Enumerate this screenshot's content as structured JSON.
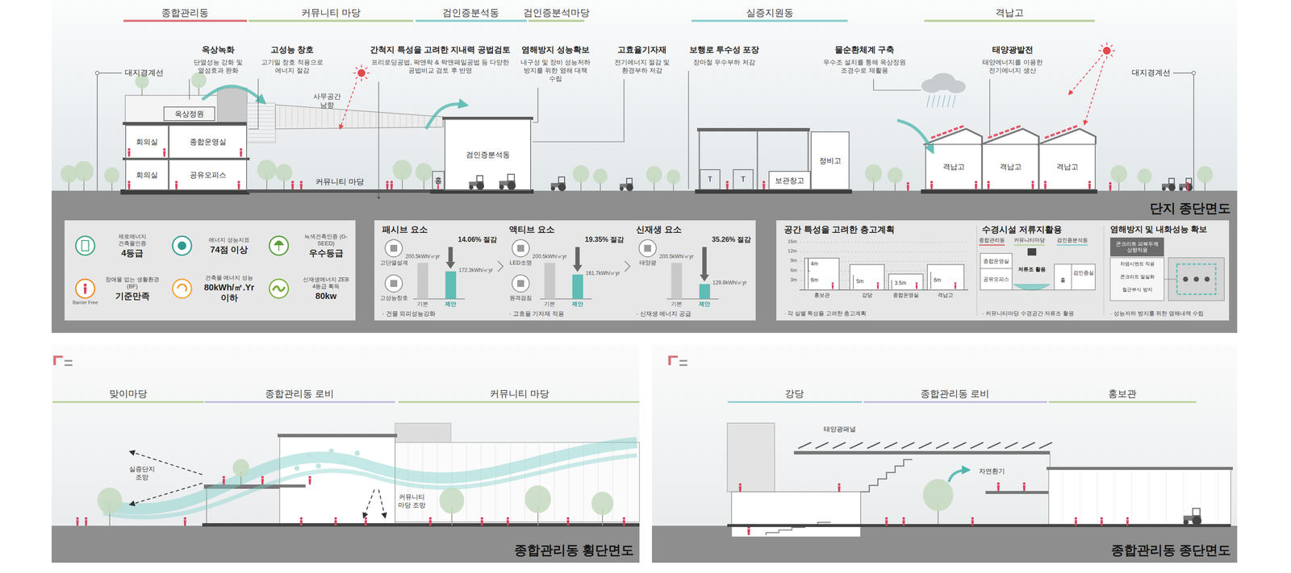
{
  "diagram": {
    "nodes": [
      {
        "text": [
          "옥상정원"
        ]
      },
      {
        "text": [
          "회의실"
        ]
      },
      {
        "text": [
          "종합운영실"
        ]
      },
      {
        "text": [
          "회의실"
        ]
      },
      {
        "text": [
          "공유오피스"
        ]
      },
      {
        "text": [
          "커뮤니티 마당"
        ]
      },
      {
        "text": [
          "검인증분석동"
        ]
      },
      {
        "text": [
          "홀"
        ]
      },
      {
        "text": [
          "T"
        ]
      },
      {
        "text": [
          "T"
        ]
      },
      {
        "text": [
          "보관창고"
        ]
      },
      {
        "text": [
          "정비고"
        ]
      },
      {
        "text": [
          "격납고"
        ]
      },
      {
        "text": [
          "격납고"
        ]
      },
      {
        "text": [
          "격납고"
        ]
      },
      {
        "text": [
          "제로에너지 건축물인증",
          "4등급"
        ]
      },
      {
        "text": [
          "에너지 성능지표",
          "74점 이상"
        ]
      },
      {
        "text": [
          "녹색건축인증 (G-SEED)",
          "우수등급"
        ]
      },
      {
        "text": [
          "장애물 없는 생활환경(BF)",
          "기준만족"
        ]
      },
      {
        "text": [
          "건축물 에너지 성능",
          "80kWh/㎡.Yr 이하"
        ]
      },
      {
        "text": [
          "신재생에너지 ZEB 4등급 획득",
          "80kw"
        ]
      },
      {
        "text": [
          "콘크리트 피복두께 상향적용"
        ]
      }
    ],
    "labels": [
      "종합관리동",
      "커뮤니티 마당",
      "검인증분석동",
      "검인증분석마당",
      "실증지원동",
      "격납고",
      "옥상녹화",
      "단열성능 강화 및 열섬효과 완화",
      "고성능 창호",
      "고기밀 창호 적용으로 에너지 절감",
      "간척지 특성을 고려한 지내력 공법검토",
      "프리로딩공법, 팍앤락 & 락앤페일공법 등 다양한 공법비교 검토 후 반영",
      "염해방지 성능확보",
      "내구성 및 장비 성능저하 방지를 위한 염해 대책 수립",
      "고효율기자재",
      "전기에너지 절감 및 환경부하 저감",
      "보행로 투수성 포장",
      "장마철 우수부하 저감",
      "물순환체계 구축",
      "우수조 설치를 통해 옥상정원 조경수로 재활용",
      "태양광발전",
      "태양에너지를 이용한 전기에너지 생산",
      "대지경계선",
      "사무공간 남향",
      "대지경계선",
      "단지 종단면도",
      "Barrier Free",
      "패시브 요소",
      "고단열설계",
      "고성능창호",
      "14.06% 절감",
      "200.5kWh/㎡yr",
      "172.3kWh/㎡yr",
      "기본",
      "제안",
      "· 건물 외피성능강화",
      "액티브 요소",
      "LED조명",
      "원격검침",
      "19.35% 절감",
      "200.5kWh/㎡yr",
      "161.7kWh/㎡yr",
      "기본",
      "제안",
      "· 고효율 기자재 적용",
      "신재생 요소",
      "태양광",
      "35.26% 절감",
      "200.5kWh/㎡yr",
      "129.8kWh/㎡yr",
      "기본",
      "제안",
      "· 신재생 에너지 공급",
      "공간 특성을 고려한 층고계획",
      "15m",
      "12m",
      "9m",
      "6m",
      "3m",
      "4m",
      "6m",
      "5m",
      "3.5m",
      "6m",
      "홍보관",
      "강당",
      "종합운영실",
      "격납고",
      "· 각 실별 특성을 고려한 층고계획",
      "수경시설 저류지활용",
      "종합관리동",
      "커뮤니티마당",
      "검인증분석동",
      "종합운영실",
      "공유오피스",
      "저류조 활용",
      "홀",
      "검인증실",
      "· 커뮤니티마당 수경공간 저류조 활용",
      "염해방지 및 내화성능 확보",
      "차염시멘트 적용",
      "콘크리트 밀실화",
      "철근부식 방지",
      "· 성능저하 방지를 위한 염해내책 수립",
      "맞이마당",
      "종합관리동 로비",
      "커뮤니티 마당",
      "실증단지 조망",
      "커뮤니티 마당 조망",
      "종합관리동 횡단면도",
      "강당",
      "종합관리동 로비",
      "홍보관",
      "태양광패널",
      "자연환기",
      "종합관리동 종단면도"
    ]
  }
}
